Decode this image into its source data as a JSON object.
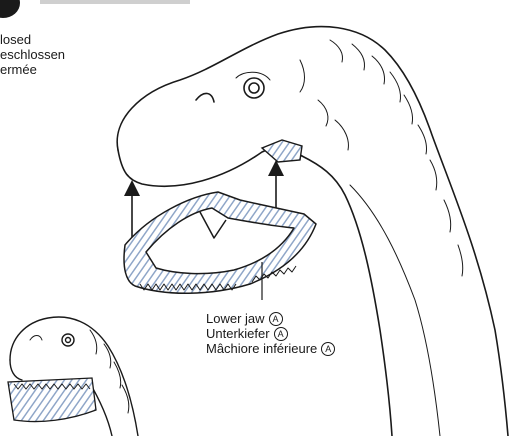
{
  "closed_label": {
    "lines": [
      "losed",
      "eschlossen",
      "ermée"
    ]
  },
  "jaw_label": {
    "lines": [
      "Lower jaw",
      "Unterkiefer",
      "Mâchiore inférieure"
    ],
    "marker": "A"
  },
  "colors": {
    "ink": "#1a1a1a",
    "hatch": "#8fa6c8",
    "badge": "#1a1a1a"
  },
  "icons": [
    "step-badge-icon",
    "arrow-up-icon"
  ]
}
